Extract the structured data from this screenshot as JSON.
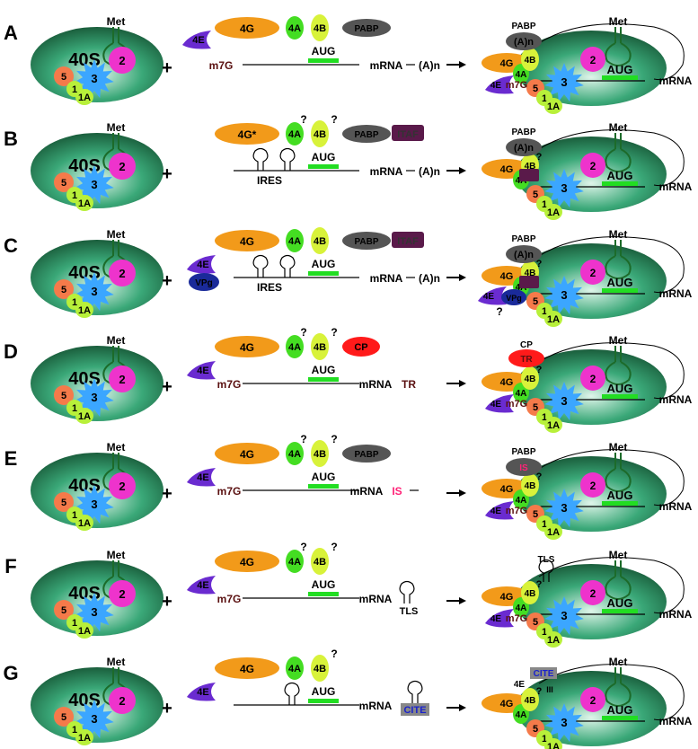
{
  "colors": {
    "ribosome_top": "#1a5e3c",
    "ribosome_mid": "#3aa878",
    "ribosome_light": "#dff5ea",
    "eif4g": "#f29a1a",
    "eif4a": "#44dd22",
    "eif4b": "#d8f23a",
    "eif4e": "#6a2bd0",
    "pabp": "#555555",
    "itaf": "#5a1a4a",
    "cp": "#ff1a1a",
    "eif2": "#ee33cc",
    "eif3": "#3ba6ff",
    "eif5": "#f57a4a",
    "eif1": "#b8f03a",
    "aug_bar": "#22dd22",
    "met_trna": "#1c6b2a",
    "m7g_text": "#5a1010",
    "is_text": "#ff2277",
    "cite_box": "#888888",
    "cite_text": "#1a22cc"
  },
  "common": {
    "subunit": "40S",
    "factor_met": "Met",
    "f2": "2",
    "f3": "3",
    "f5": "5",
    "f1": "1",
    "f1a": "1A",
    "plus": "+",
    "f4g": "4G",
    "f4g_star": "4G*",
    "f4a": "4A",
    "f4b": "4B",
    "f4e": "4E",
    "pabp": "PABP",
    "itaf": "ITAF",
    "cp": "CP",
    "q": "?",
    "aug": "AUG",
    "mrna": "mRNA",
    "polya": "(A)n",
    "m7g": "m7G",
    "ires": "IRES",
    "vpg": "VPg",
    "tr": "TR",
    "is": "IS",
    "tls": "TLS",
    "cite": "CITE",
    "iii": "III"
  },
  "panels": [
    {
      "letter": "A"
    },
    {
      "letter": "B"
    },
    {
      "letter": "C"
    },
    {
      "letter": "D"
    },
    {
      "letter": "E"
    },
    {
      "letter": "F"
    },
    {
      "letter": "G"
    }
  ]
}
